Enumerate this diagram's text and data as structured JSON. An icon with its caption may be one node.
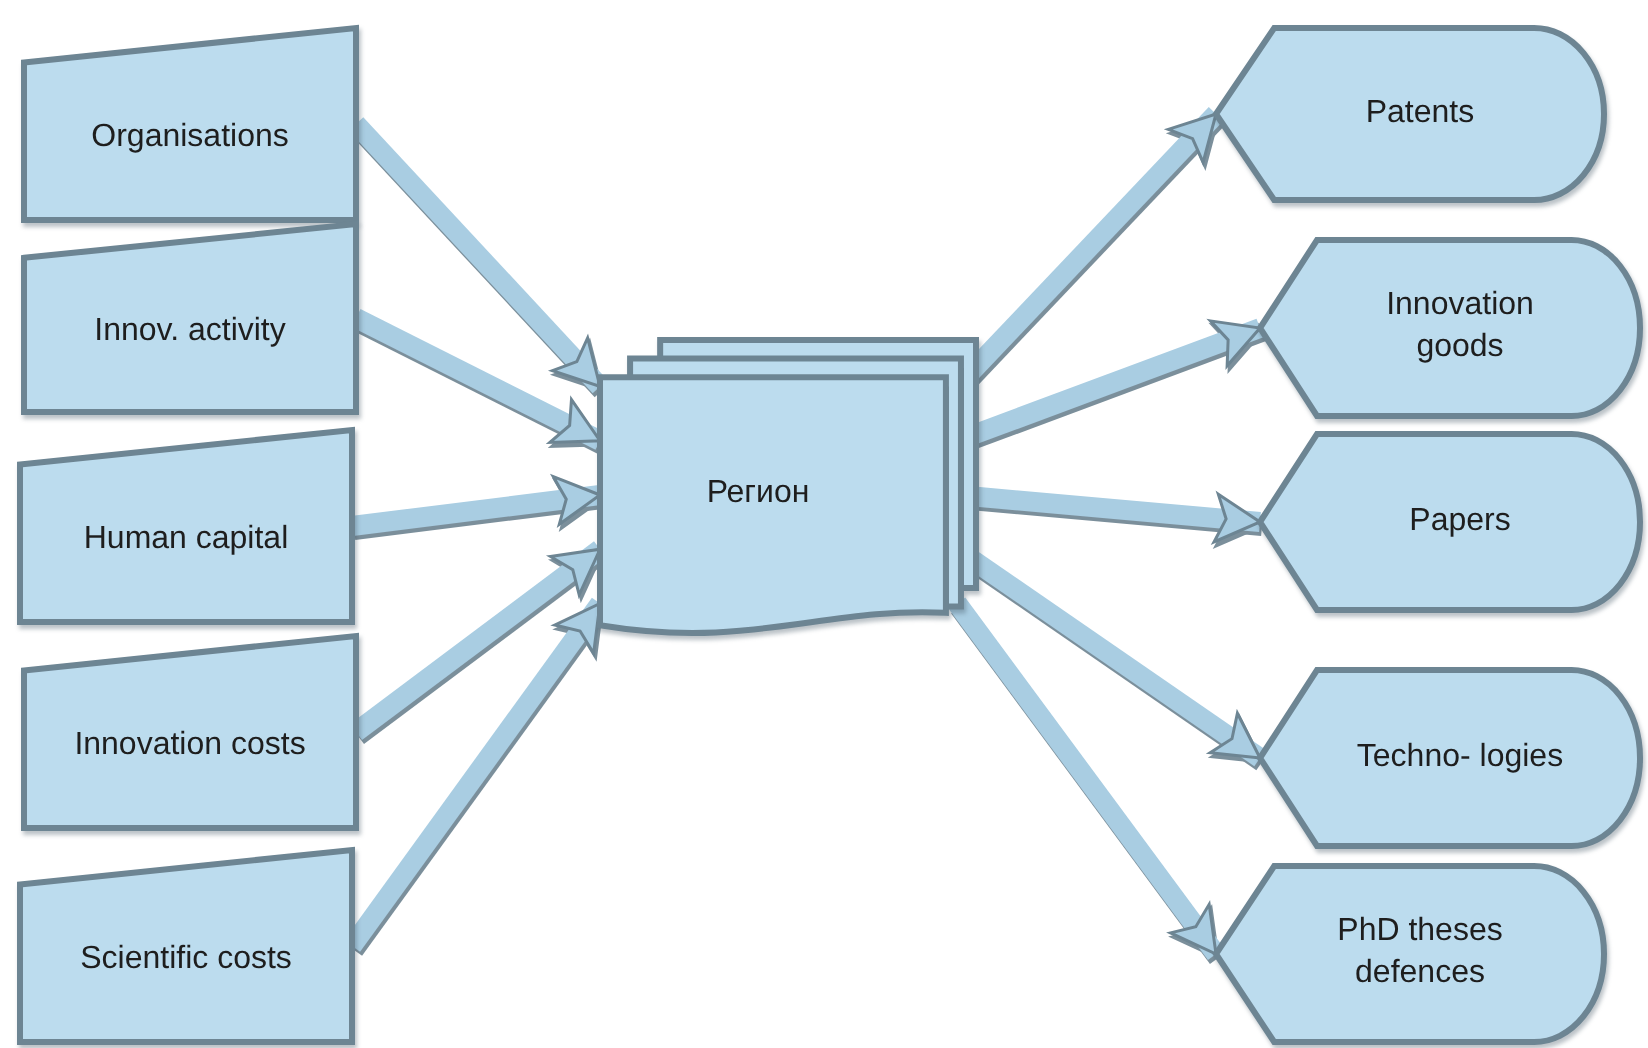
{
  "diagram": {
    "nodes": [
      {
        "text": [
          "Organisations"
        ]
      },
      {
        "text": [
          "Innov. activity"
        ]
      },
      {
        "text": [
          "Human capital"
        ]
      },
      {
        "text": [
          "Innovation costs"
        ]
      },
      {
        "text": [
          "Scientific costs"
        ]
      },
      {
        "text": [
          "Регион"
        ]
      },
      {
        "text": [
          "Patents"
        ]
      },
      {
        "text": [
          "Innovation goods"
        ]
      },
      {
        "text": [
          "Papers"
        ]
      },
      {
        "text": [
          "Techno- logies"
        ]
      },
      {
        "text": [
          "PhD theses defences"
        ]
      }
    ],
    "edges": [
      {
        "from": 0,
        "to": 5,
        "arrow": "to"
      },
      {
        "from": 1,
        "to": 5,
        "arrow": "to"
      },
      {
        "from": 2,
        "to": 5,
        "arrow": "to"
      },
      {
        "from": 3,
        "to": 5,
        "arrow": "to"
      },
      {
        "from": 4,
        "to": 5,
        "arrow": "to"
      },
      {
        "from": 5,
        "to": 6,
        "arrow": "to"
      },
      {
        "from": 5,
        "to": 7,
        "arrow": "to"
      },
      {
        "from": 5,
        "to": 8,
        "arrow": "to"
      },
      {
        "from": 5,
        "to": 9,
        "arrow": "to"
      },
      {
        "from": 5,
        "to": 10,
        "arrow": "to"
      }
    ]
  }
}
